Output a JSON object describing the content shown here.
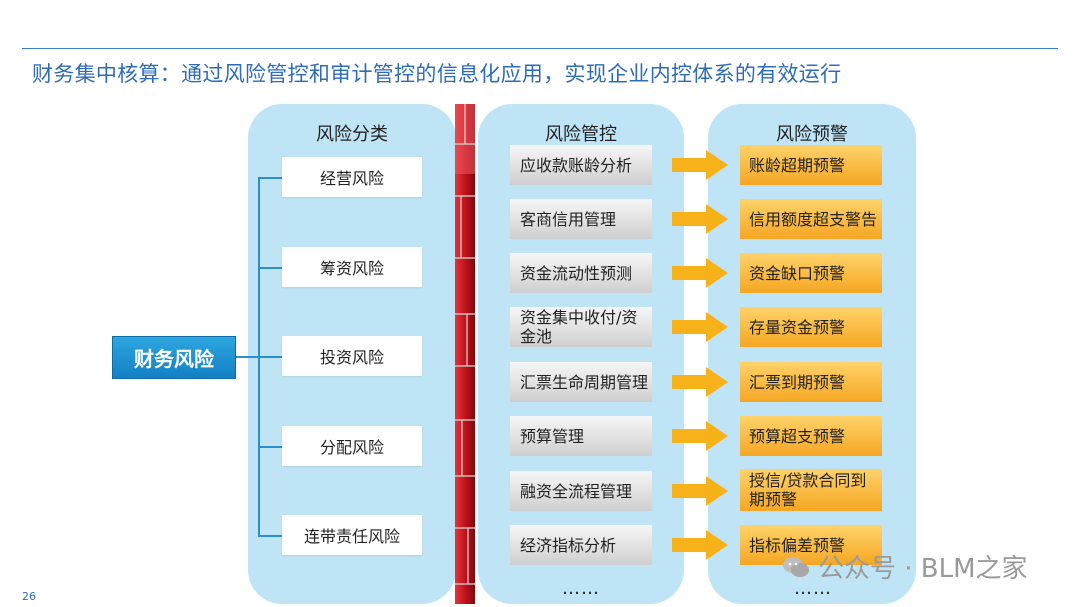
{
  "title": "财务集中核算：通过风险管控和审计管控的信息化应用，实现企业内控体系的有效运行",
  "page_number": "26",
  "main_risk": "财务风险",
  "columns": {
    "classification": {
      "title": "风险分类",
      "items": [
        "经营风险",
        "筹资风险",
        "投资风险",
        "分配风险",
        "连带责任风险"
      ]
    },
    "control": {
      "title": "风险管控",
      "items": [
        "应收款账龄分析",
        "客商信用管理",
        "资金流动性预测",
        "资金集中收付/资金池",
        "汇票生命周期管理",
        "预算管理",
        "融资全流程管理",
        "经济指标分析"
      ],
      "ellipsis": "……"
    },
    "warning": {
      "title": "风险预警",
      "items": [
        "账龄超期预警",
        "信用额度超支警告",
        "资金缺口预警",
        "存量资金预警",
        "汇票到期预警",
        "预算超支预警",
        "授信/贷款合同到期预警",
        "指标偏差预警"
      ],
      "ellipsis": "……"
    }
  },
  "watermark": "公众号 · BLM之家",
  "colors": {
    "title": "#2f6cb8",
    "panel": "#bfe4f6",
    "main_risk": "#1a8fd6",
    "warning": "#f5a623",
    "wall": "#c0121a"
  }
}
